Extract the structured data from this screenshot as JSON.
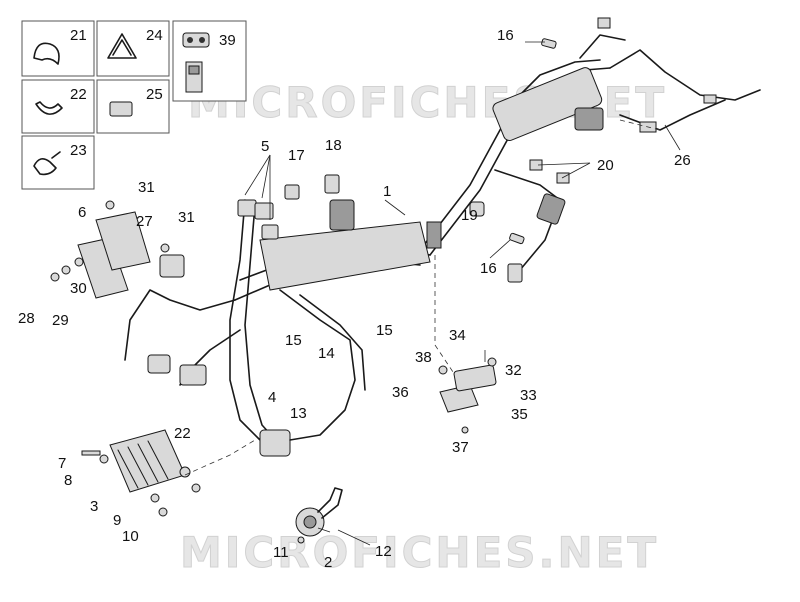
{
  "watermarks": [
    "MICROFICHES.NET",
    "MICROFICHES.NET"
  ],
  "inset_labels": [
    "21",
    "24",
    "39",
    "22",
    "25",
    "23"
  ],
  "callouts": {
    "c1": "1",
    "c2": "2",
    "c3": "3",
    "c4": "4",
    "c5": "5",
    "c6": "6",
    "c7": "7",
    "c8": "8",
    "c9": "9",
    "c10": "10",
    "c11": "11",
    "c12": "12",
    "c13": "13",
    "c14": "14",
    "c15a": "15",
    "c15b": "15",
    "c16a": "16",
    "c16b": "16",
    "c17": "17",
    "c18": "18",
    "c19": "19",
    "c20": "20",
    "c22": "22",
    "c26": "26",
    "c27": "27",
    "c28": "28",
    "c29": "29",
    "c30": "30",
    "c31a": "31",
    "c31b": "31",
    "c32": "32",
    "c33": "33",
    "c34": "34",
    "c35": "35",
    "c36": "36",
    "c37": "37",
    "c38": "38"
  }
}
